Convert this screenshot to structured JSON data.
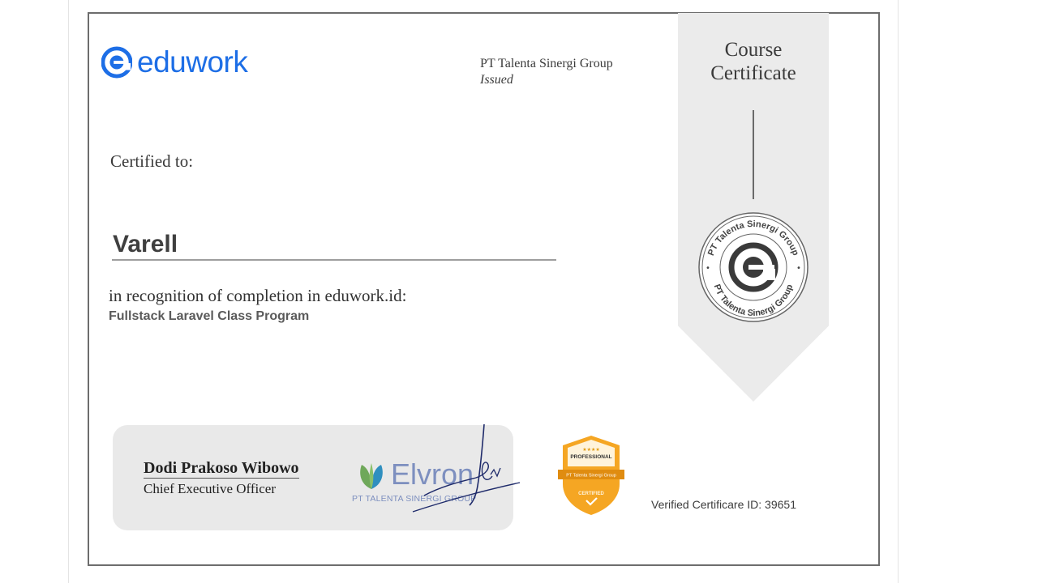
{
  "brand": {
    "logo_text": "eduwork",
    "icon": "eduwork-logo-icon",
    "color": "#1d6ee6"
  },
  "issuer": {
    "name": "PT Talenta Sinergi Group",
    "status": "Issued"
  },
  "ribbon": {
    "title_line1": "Course",
    "title_line2": "Certificate",
    "seal_text": "PT Talenta Sinergi Group",
    "seal_separator": "•",
    "seal_icon": "eduwork-seal-icon"
  },
  "certificate": {
    "certified_label": "Certified to:",
    "recipient": "Varell",
    "recognition_text": "in recognition of completion in eduwork.id:",
    "program": "Fullstack Laravel Class Program"
  },
  "signature": {
    "signer_name": "Dodi Prakoso Wibowo",
    "signer_role": "Chief Executive Officer",
    "company_name": "Elvron",
    "company_sub": "PT TALENTA SINERGI GROUP"
  },
  "badge": {
    "stars": "★★★★",
    "tier": "PROFESSIONAL",
    "org": "PT Talenta Sinergi Group",
    "status": "CERTIFIED",
    "color": "#f5a623"
  },
  "verification": {
    "text": "Verified Certificare ID: 39651"
  }
}
